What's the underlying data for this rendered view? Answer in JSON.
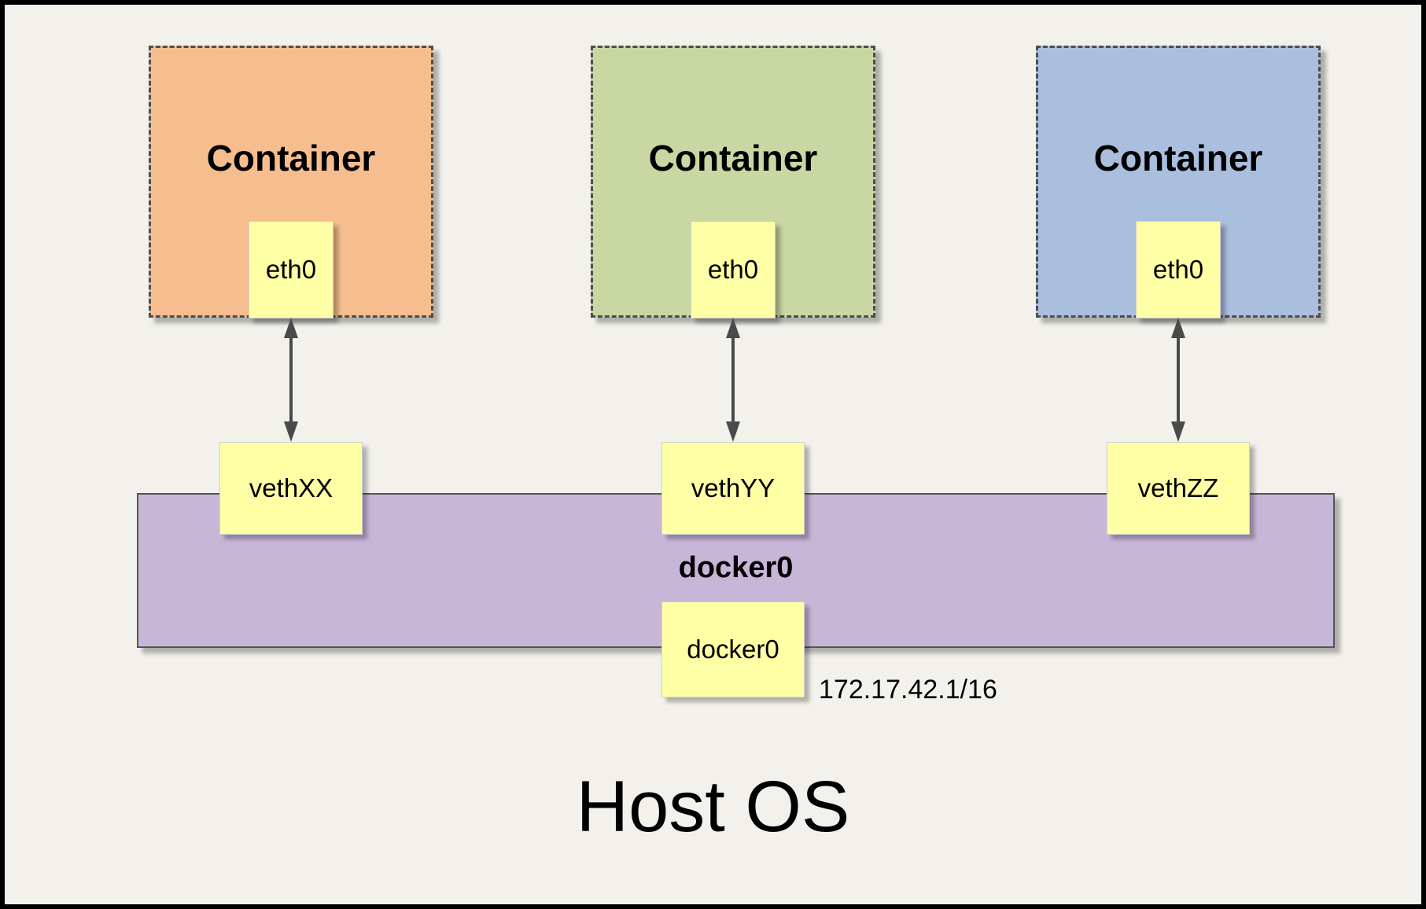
{
  "diagram": {
    "host_label": "Host OS",
    "containers": [
      {
        "title": "Container",
        "interface": "eth0"
      },
      {
        "title": "Container",
        "interface": "eth0"
      },
      {
        "title": "Container",
        "interface": "eth0"
      }
    ],
    "veth_interfaces": [
      "vethXX",
      "vethYY",
      "vethZZ"
    ],
    "bridge": {
      "name": "docker0",
      "interface": "docker0",
      "ip_address": "172.17.42.1/16"
    },
    "colors": {
      "container_orange": "#F6BE8E",
      "container_green": "#C9D7A3",
      "container_blue": "#AABFDE",
      "interface_yellow": "#FFFFA6",
      "bridge_purple": "#C8B6D8",
      "background": "#F2F1EB",
      "arrow": "#4A4A4A"
    }
  }
}
